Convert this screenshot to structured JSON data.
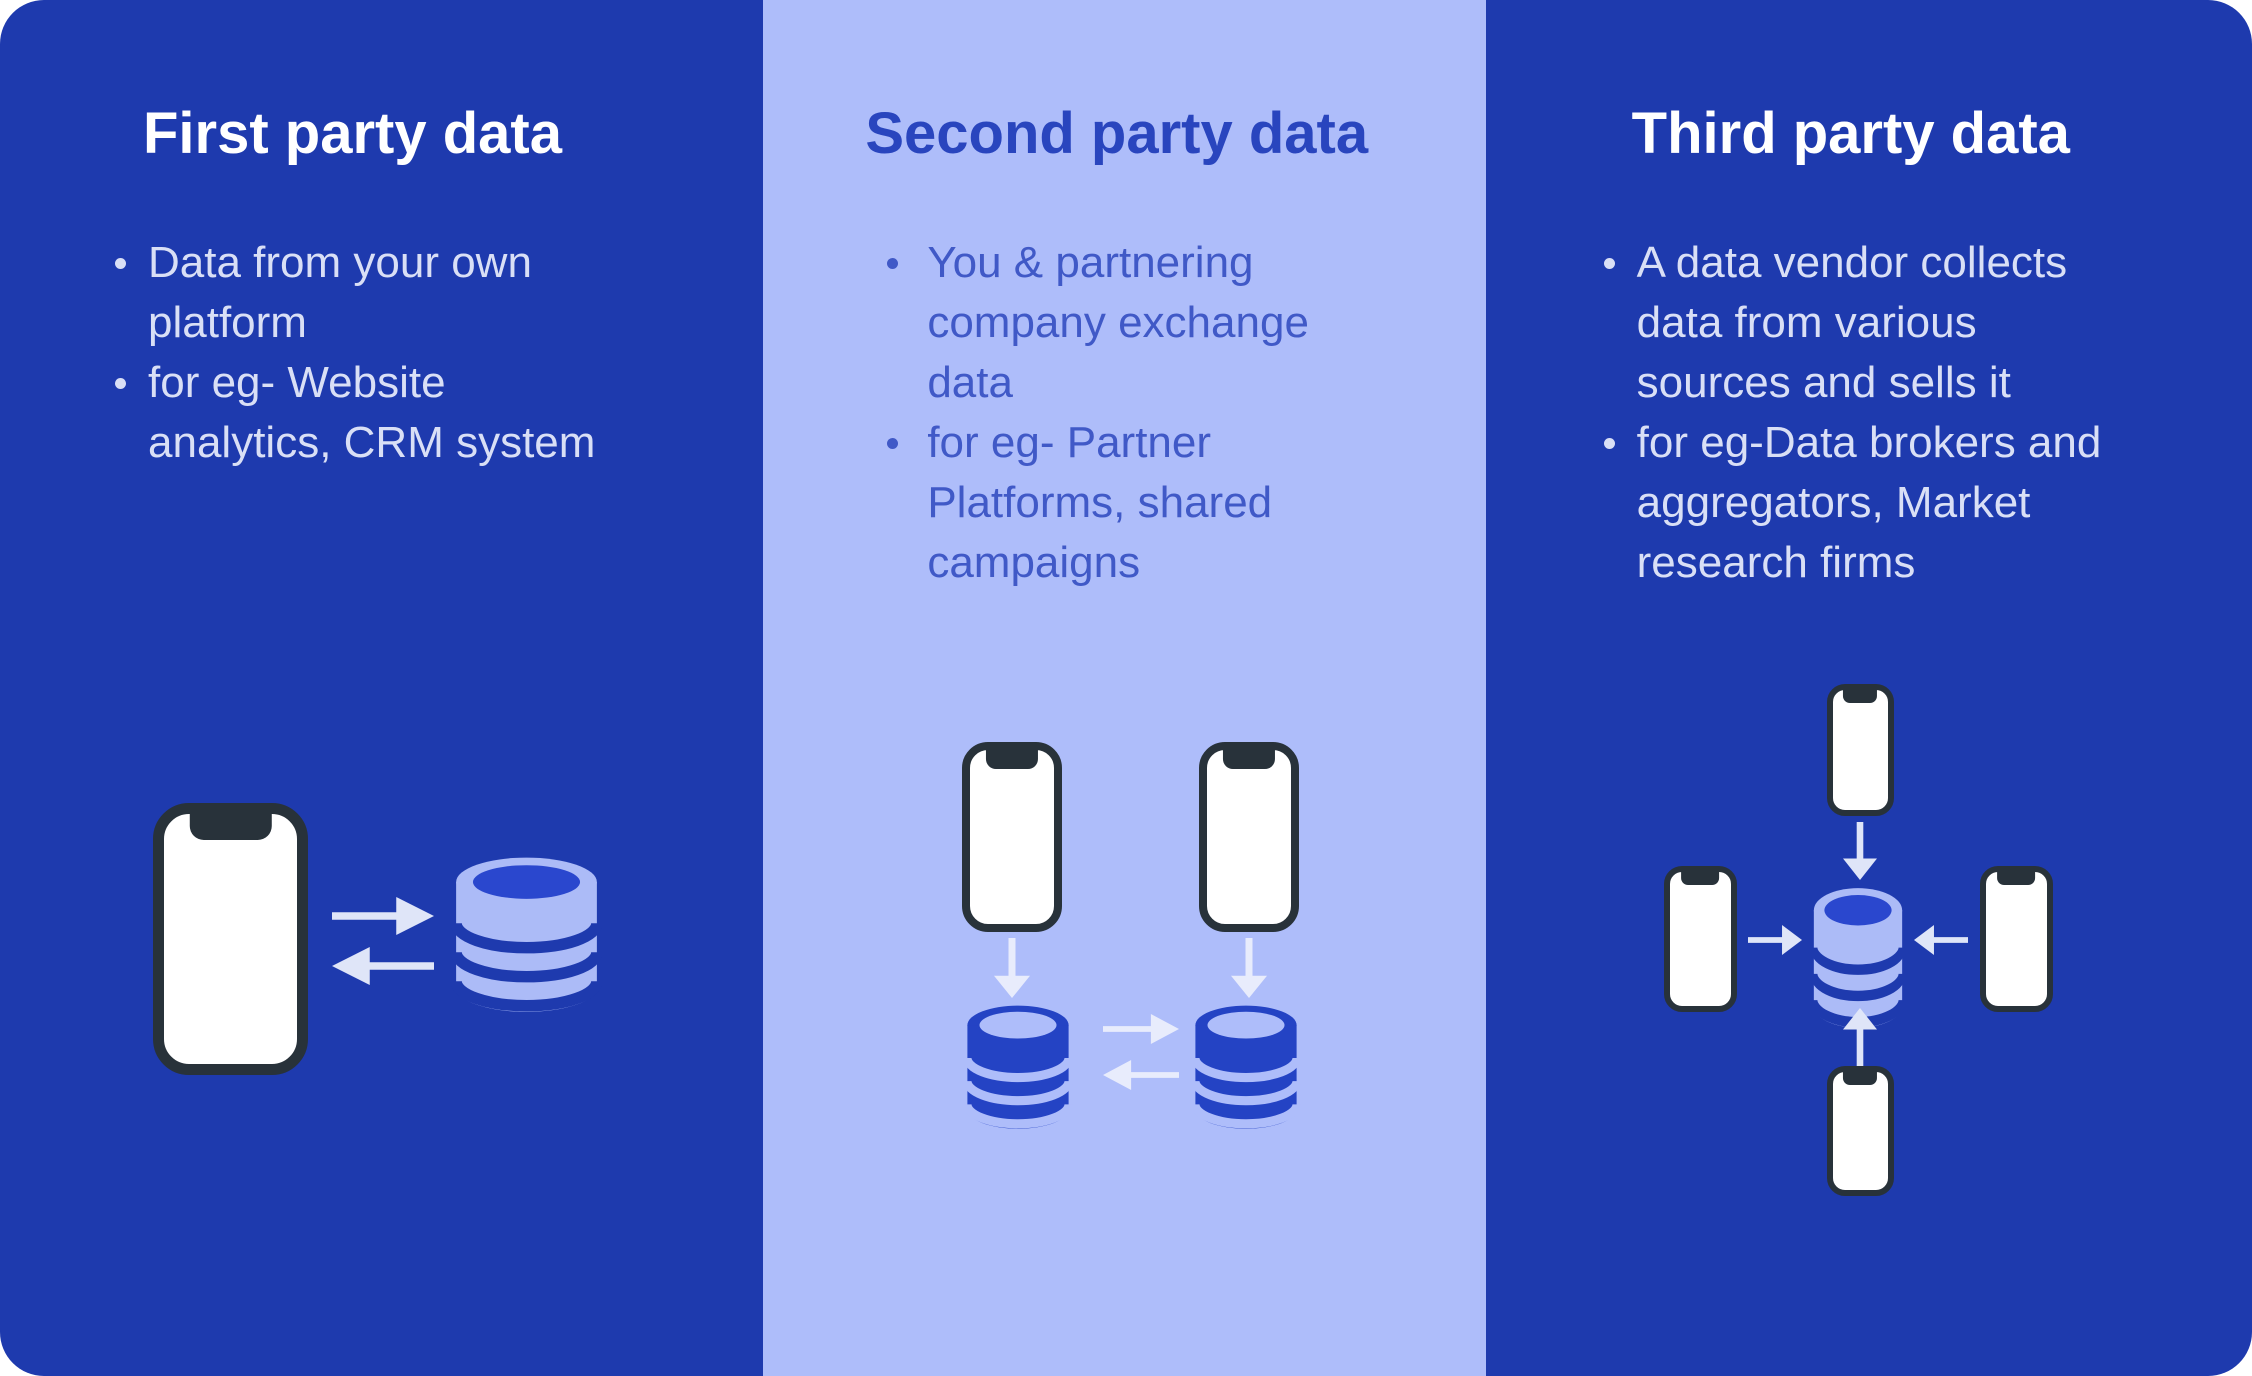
{
  "columns": [
    {
      "id": "first-party",
      "title": "First party data",
      "bullets": [
        "Data from your own platform",
        "for eg- Website analytics, CRM system"
      ],
      "theme": "dark",
      "diagram": "phone exchanging data with a database (two-way arrows)"
    },
    {
      "id": "second-party",
      "title": "Second party data",
      "bullets": [
        "You & partnering company exchange data",
        "for eg- Partner Platforms, shared campaigns"
      ],
      "theme": "light",
      "diagram": "two phones each feeding a database; the two databases exchange data (two-way arrows)"
    },
    {
      "id": "third-party",
      "title": "Third party data",
      "bullets": [
        "A data vendor collects data from various sources and sells it",
        "for eg-Data brokers and aggregators, Market research firms"
      ],
      "theme": "dark",
      "diagram": "four phones around a central database, all arrows pointing into the database"
    }
  ],
  "icons": {
    "phone": "smartphone-with-notch",
    "database": "stacked-cylinder-database",
    "arrow_right": "→",
    "arrow_left": "←",
    "arrow_down": "↓",
    "arrow_up": "↑"
  },
  "colors": {
    "dark_bg": "#1E3AAE",
    "light_bg": "#AEBDFA",
    "title_on_dark": "#FFFFFF",
    "body_on_dark": "#D9DFF6",
    "title_on_light": "#2945BE",
    "body_on_light": "#4059C7",
    "phone_frame": "#28323A",
    "phone_screen": "#FFFFFF",
    "db_light_body": "#ACBBF7",
    "db_light_opening": "#2A47CE",
    "db_dark_body": "#2443C4",
    "arrow_on_dark": "#DFE5F8",
    "arrow_on_light": "#E8ECFC"
  }
}
